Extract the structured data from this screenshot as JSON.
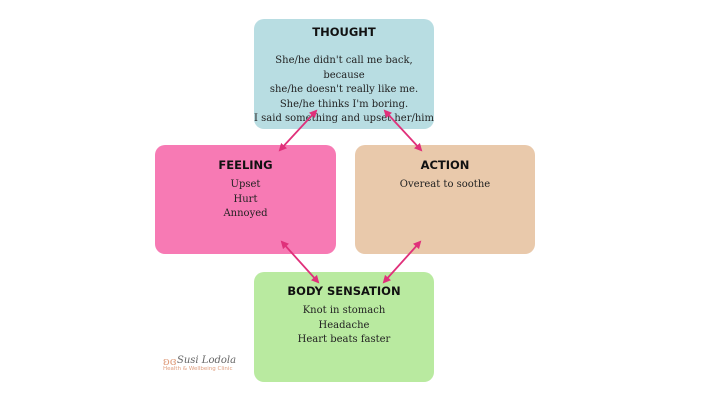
{
  "thought": {
    "title": "THOUGHT",
    "lines": [
      "She/he didn't call me back, because",
      "she/he doesn't really like me.",
      "She/he thinks I'm boring.",
      "I said something and upset her/him"
    ]
  },
  "feeling": {
    "title": "FEELING",
    "lines": [
      "Upset",
      "Hurt",
      "Annoyed"
    ]
  },
  "action": {
    "title": "ACTION",
    "lines": [
      "Overeat to soothe"
    ]
  },
  "body": {
    "title": "BODY SENSATION",
    "lines": [
      "Knot in stomach",
      "Headache",
      "Heart beats faster"
    ]
  },
  "logo": {
    "name": "Susi Lodola",
    "tagline": "Health & Wellbeing Clinic"
  },
  "colors": {
    "thought": "#b8dde2",
    "feeling": "#f77ab4",
    "action": "#e9c9ab",
    "body": "#b9eaa0",
    "arrow": "#e0307a"
  }
}
